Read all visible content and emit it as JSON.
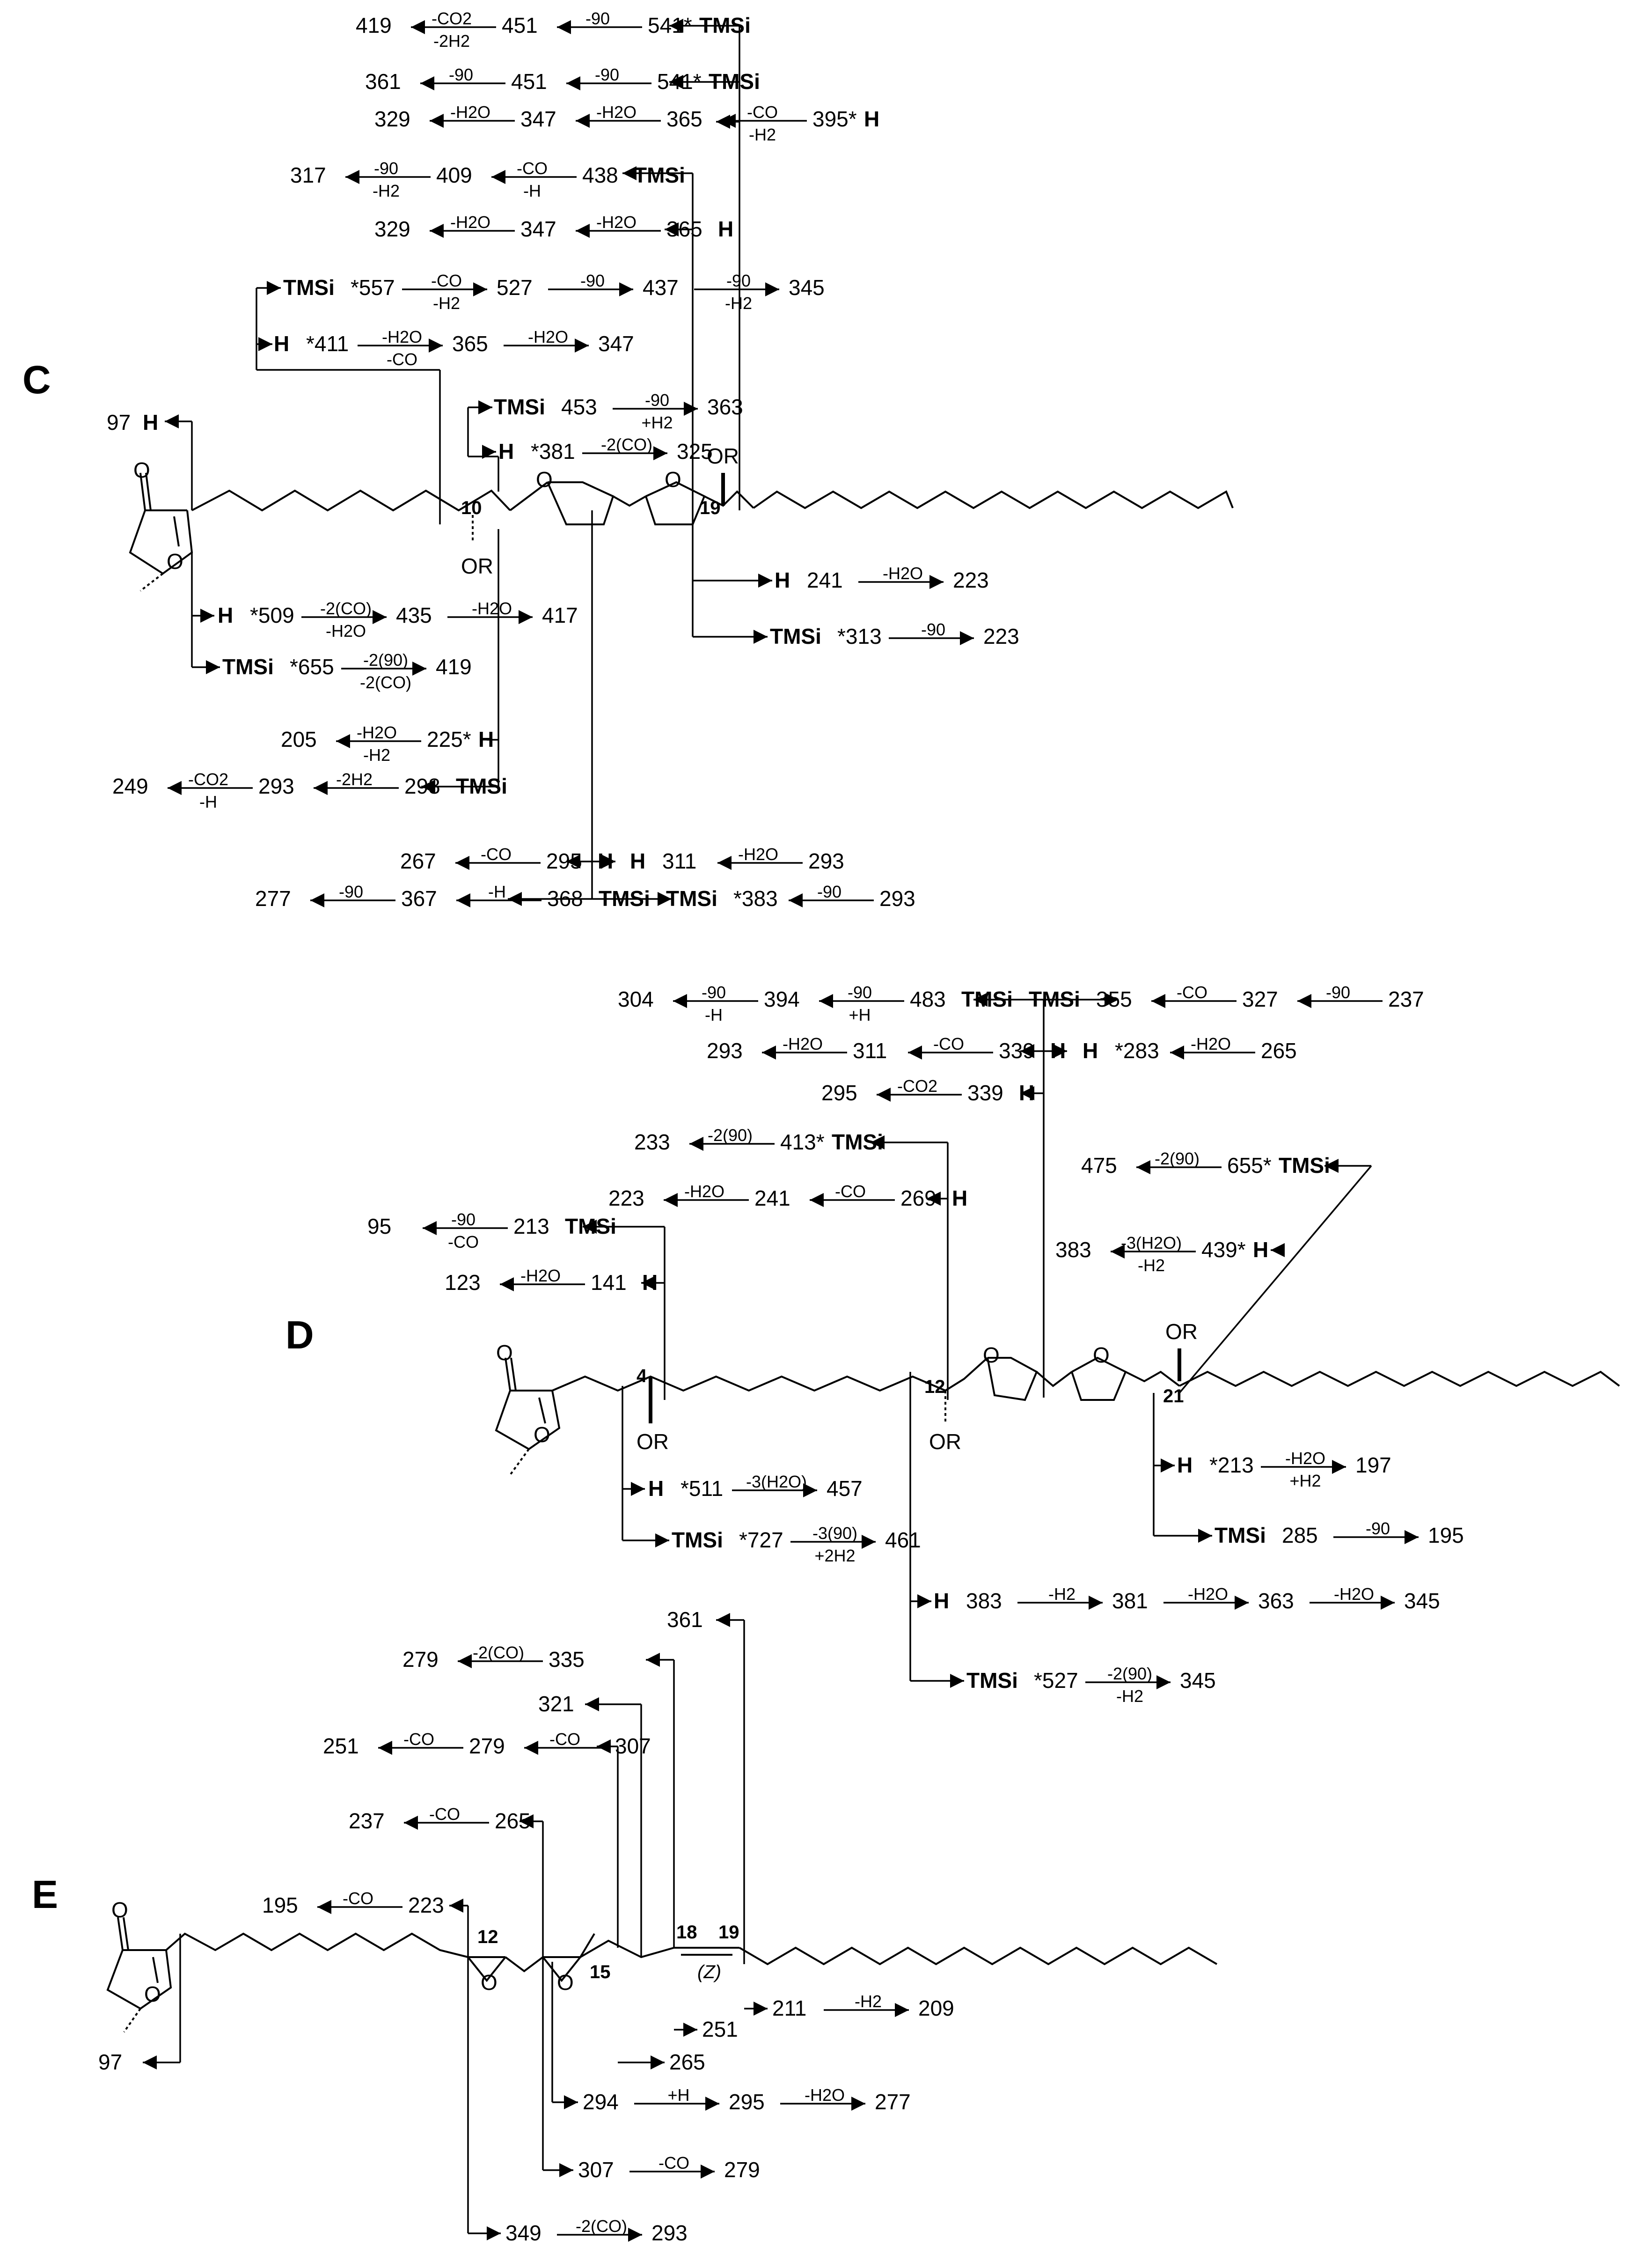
{
  "figure": {
    "panels": [
      {
        "letter": "C"
      },
      {
        "letter": "D"
      },
      {
        "letter": "E"
      }
    ],
    "fragments_C": {
      "left": [
        {
          "mz": "97",
          "group": "H"
        }
      ],
      "top_right": [
        {
          "row": 1,
          "parts": [
            "419",
            "-CO2 / -2H2",
            "451",
            "-90",
            "541*",
            "TMSi"
          ]
        },
        {
          "row": 2,
          "parts": [
            "361",
            "-90",
            "451",
            "-90",
            "541*",
            "TMSi"
          ]
        },
        {
          "row": 3,
          "parts": [
            "329",
            "-H2O",
            "347",
            "-H2O",
            "365",
            "-CO / -H2",
            "395*",
            "H"
          ]
        },
        {
          "row": 4,
          "parts": [
            "317",
            "-90 / -H2",
            "409",
            "-CO / -H",
            "438",
            "TMSi"
          ]
        },
        {
          "row": 5,
          "parts": [
            "329",
            "-H2O",
            "347",
            "-H2O",
            "365",
            "H"
          ]
        },
        {
          "row": 6,
          "parts": [
            "TMSi",
            "*557",
            "-CO / -H2",
            "527",
            "-90",
            "437",
            "-90 / -H2",
            "345"
          ]
        },
        {
          "row": 7,
          "parts": [
            "H",
            "*411",
            "-H2O / -CO",
            "365",
            "-H2O",
            "347"
          ]
        },
        {
          "row": 8,
          "parts": [
            "TMSi",
            "453",
            "-90 / +H2",
            "363"
          ]
        },
        {
          "row": 9,
          "parts": [
            "H",
            "*381",
            "-2(CO)",
            "325"
          ]
        }
      ],
      "positions": [
        "10",
        "19"
      ],
      "substituent": "OR",
      "below": [
        {
          "parts": [
            "H",
            "241",
            "-H2O",
            "223"
          ]
        },
        {
          "parts": [
            "TMSi",
            "*313",
            "-90",
            "223"
          ]
        },
        {
          "parts": [
            "H",
            "*509",
            "-2(CO) / -H2O",
            "435",
            "-H2O",
            "417"
          ]
        },
        {
          "parts": [
            "TMSi",
            "*655",
            "-2(90) / -2(CO)",
            "419"
          ]
        },
        {
          "parts": [
            "205",
            "-H2O / -H2",
            "225*",
            "H"
          ]
        },
        {
          "parts": [
            "249",
            "-CO2 / -H",
            "293",
            "-2H2",
            "298",
            "TMSi"
          ]
        },
        {
          "parts": [
            "267",
            "-CO",
            "295",
            "H",
            "H",
            "311",
            "-H2O",
            "293"
          ]
        },
        {
          "parts": [
            "277",
            "-90",
            "367",
            "-H",
            "368",
            "TMSi",
            "TMSi",
            "*383",
            "-90",
            "293"
          ]
        }
      ]
    },
    "fragments_D": {
      "top": [
        {
          "parts": [
            "304",
            "-90 / -H",
            "394",
            "-90 / +H",
            "483",
            "TMSi",
            "TMSi",
            "355",
            "-CO",
            "327",
            "-90",
            "237"
          ]
        },
        {
          "parts": [
            "293",
            "-H2O",
            "311",
            "-CO",
            "339",
            "H",
            "H",
            "*283",
            "-H2O",
            "265"
          ]
        },
        {
          "parts": [
            "295",
            "-CO2",
            "339",
            "H"
          ]
        },
        {
          "parts": [
            "233",
            "-2(90)",
            "413*",
            "TMSi"
          ]
        },
        {
          "parts": [
            "475",
            "-2(90)",
            "655*",
            "TMSi"
          ]
        },
        {
          "parts": [
            "223",
            "-H2O",
            "241",
            "-CO",
            "269",
            "H"
          ]
        },
        {
          "parts": [
            "95",
            "-90 / -CO",
            "213",
            "TMSi"
          ]
        },
        {
          "parts": [
            "383",
            "-3(H2O) / -H2",
            "439*",
            "H"
          ]
        },
        {
          "parts": [
            "123",
            "-H2O",
            "141",
            "H"
          ]
        }
      ],
      "positions": [
        "4",
        "12",
        "21"
      ],
      "substituent": "OR",
      "below": [
        {
          "parts": [
            "H",
            "*511",
            "-3(H2O)",
            "457"
          ]
        },
        {
          "parts": [
            "TMSi",
            "*727",
            "-3(90) / +2H2",
            "461"
          ]
        },
        {
          "parts": [
            "H",
            "*213",
            "-H2O / +H2",
            "197"
          ]
        },
        {
          "parts": [
            "TMSi",
            "285",
            "-90",
            "195"
          ]
        },
        {
          "parts": [
            "H",
            "383",
            "-H2",
            "381",
            "-H2O",
            "363",
            "-H2O",
            "345"
          ]
        },
        {
          "parts": [
            "TMSi",
            "*527",
            "-2(90) / -H2",
            "345"
          ]
        }
      ]
    },
    "fragments_E": {
      "top": [
        {
          "parts": [
            "361"
          ]
        },
        {
          "parts": [
            "279",
            "-2(CO)",
            "335"
          ]
        },
        {
          "parts": [
            "321"
          ]
        },
        {
          "parts": [
            "251",
            "-CO",
            "279",
            "-CO",
            "307"
          ]
        },
        {
          "parts": [
            "237",
            "-CO",
            "265"
          ]
        },
        {
          "parts": [
            "195",
            "-CO",
            "223"
          ]
        }
      ],
      "positions": [
        "12",
        "15",
        "18",
        "19"
      ],
      "geometry": "(Z)",
      "below": [
        {
          "parts": [
            "97"
          ]
        },
        {
          "parts": [
            "211",
            "-H2",
            "209"
          ]
        },
        {
          "parts": [
            "251"
          ]
        },
        {
          "parts": [
            "265"
          ]
        },
        {
          "parts": [
            "294",
            "+H",
            "295",
            "-H2O",
            "277"
          ]
        },
        {
          "parts": [
            "307",
            "-CO",
            "279"
          ]
        },
        {
          "parts": [
            "349",
            "-2(CO)",
            "293"
          ]
        }
      ]
    }
  }
}
